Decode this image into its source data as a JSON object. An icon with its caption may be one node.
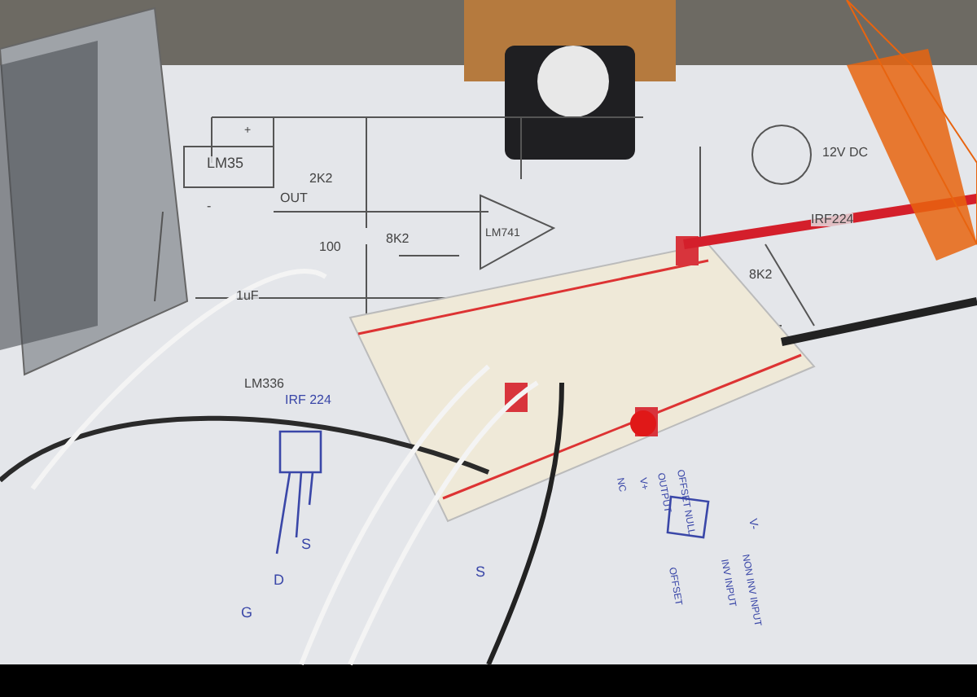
{
  "diagram": {
    "labels": [
      "LM35",
      "+",
      "OUT",
      "2K2",
      "100",
      "8K2",
      "-",
      "1uF",
      "LM336",
      "LM741",
      "12V DC",
      "IRF224",
      "8K2",
      "IRF 224",
      "S",
      "D",
      "G",
      "S",
      "NC",
      "V+",
      "OUTPUT",
      "OFFSET NULL",
      "OFFSET",
      "INV INPUT",
      "NON INV INPUT",
      "V-"
    ]
  }
}
